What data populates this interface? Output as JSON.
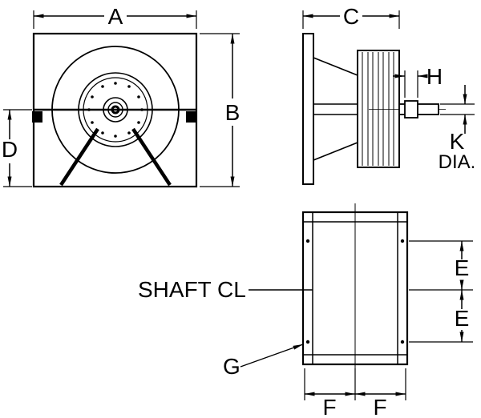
{
  "labels": {
    "dim_a": "A",
    "dim_b": "B",
    "dim_c": "C",
    "dim_d": "D",
    "dim_e_top": "E",
    "dim_e_bottom": "E",
    "dim_f_left": "F",
    "dim_f_right": "F",
    "dim_g": "G",
    "dim_h": "H",
    "dim_k": "K",
    "dim_k_dia": "DIA.",
    "shaft_cl": "SHAFT CL"
  },
  "colors": {
    "line": "#000000",
    "background": "#ffffff"
  }
}
